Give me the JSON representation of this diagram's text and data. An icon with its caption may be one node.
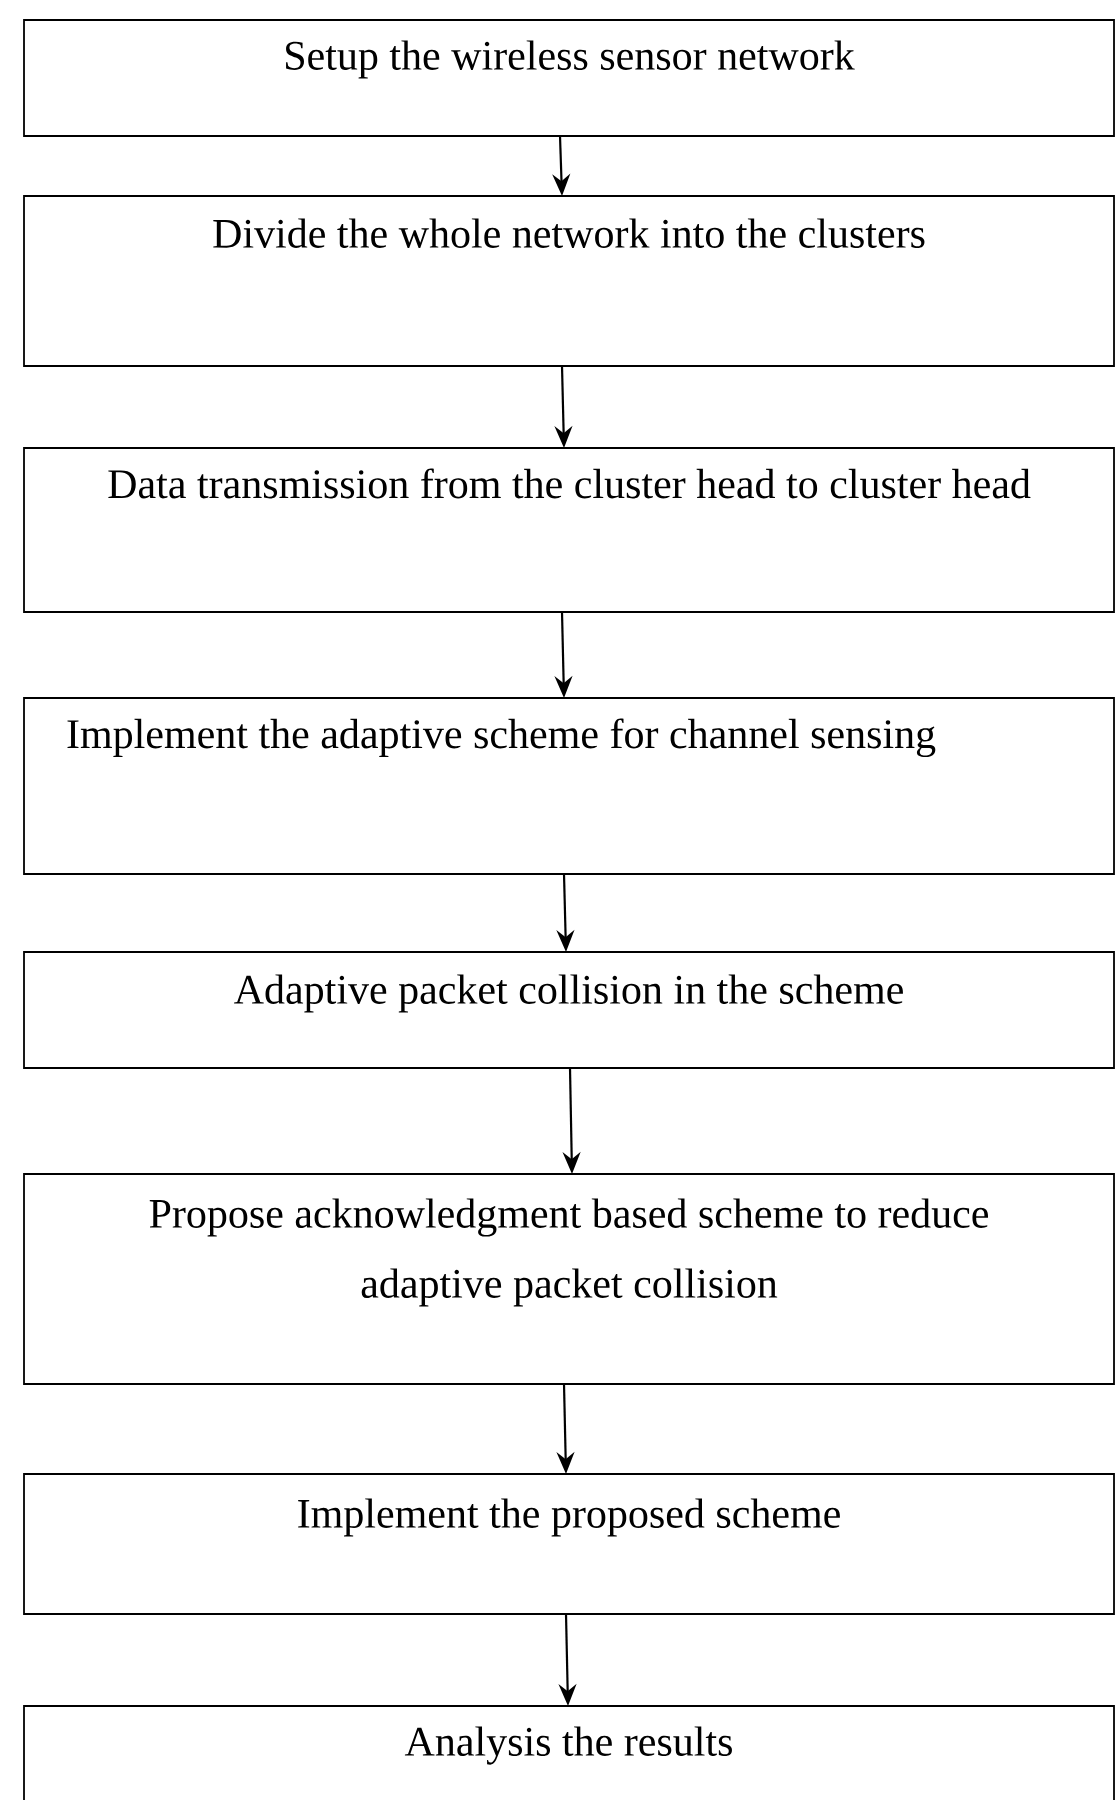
{
  "diagram": {
    "nodes": [
      {
        "text": [
          "Setup the wireless sensor network"
        ]
      },
      {
        "text": [
          "Divide the whole network into the clusters"
        ]
      },
      {
        "text": [
          "Data transmission from the cluster head to cluster head"
        ]
      },
      {
        "text": [
          "Implement the adaptive scheme for channel sensing"
        ]
      },
      {
        "text": [
          "Adaptive packet collision in the scheme"
        ]
      },
      {
        "text": [
          "Propose acknowledgment based scheme to reduce adaptive packet collision"
        ]
      },
      {
        "text": [
          "Implement the proposed scheme"
        ]
      },
      {
        "text": [
          "Analysis the results"
        ]
      }
    ],
    "edges": [
      {
        "from": 0,
        "to": 1,
        "arrow": "to"
      },
      {
        "from": 1,
        "to": 2,
        "arrow": "to"
      },
      {
        "from": 2,
        "to": 3,
        "arrow": "to"
      },
      {
        "from": 3,
        "to": 4,
        "arrow": "to"
      },
      {
        "from": 4,
        "to": 5,
        "arrow": "to"
      },
      {
        "from": 5,
        "to": 6,
        "arrow": "to"
      },
      {
        "from": 6,
        "to": 7,
        "arrow": "to"
      }
    ]
  }
}
